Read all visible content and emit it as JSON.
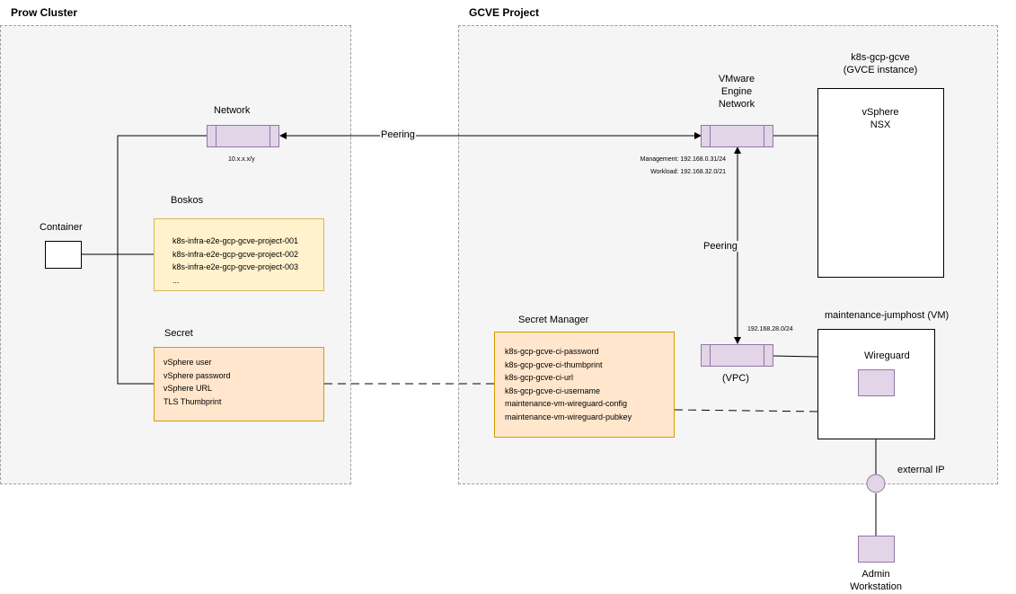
{
  "regions": {
    "prow": {
      "title": "Prow Cluster"
    },
    "gcve": {
      "title": "GCVE Project"
    }
  },
  "prow": {
    "network_label": "Network",
    "network_cidr": "10.x.x.x/y",
    "boskos_label": "Boskos",
    "boskos_items": [
      "k8s-infra-e2e-gcp-gcve-project-001",
      "k8s-infra-e2e-gcp-gcve-project-002",
      "k8s-infra-e2e-gcp-gcve-project-003",
      "..."
    ],
    "container_label": "Container",
    "secret_label": "Secret",
    "secret_items": [
      "vSphere user",
      "vSphere password",
      "vSphere URL",
      "TLS Thumbprint"
    ]
  },
  "gcve": {
    "vmware_network_label": "VMware\nEngine\nNetwork",
    "instance_title": "k8s-gcp-gcve\n(GVCE instance)",
    "instance_contents": "vSphere\nNSX",
    "management_cidr": "Management: 192.168.0.31/24",
    "workload_cidr": "Workload: 192.168.32.0/21",
    "vpc_peering_label": "Peering",
    "vpc_cidr": "192.168.28.0/24",
    "vpc_label": "(VPC)",
    "secret_manager_label": "Secret Manager",
    "secret_manager_items": [
      "k8s-gcp-gcve-ci-password",
      "k8s-gcp-gcve-ci-thumbprint",
      "k8s-gcp-gcve-ci-url",
      "k8s-gcp-gcve-ci-username",
      "maintenance-vm-wireguard-config",
      "maintenance-vm-wireguard-pubkey"
    ],
    "jumphost_label": "maintenance-jumphost (VM)",
    "wireguard_label": "Wireguard"
  },
  "external": {
    "external_ip_label": "external IP",
    "admin_label": "Admin\nWorkstation"
  },
  "edges": {
    "peering_label": "Peering"
  },
  "colors": {
    "region_bg": "#f5f5f5",
    "boskos_fill": "#fff2cc",
    "secret_fill": "#ffe6cc",
    "nic_fill": "#e1d5e7"
  }
}
